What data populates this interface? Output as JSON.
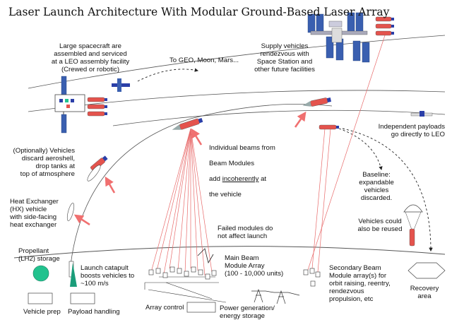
{
  "title": "Laser Launch Architecture With Modular Ground-Based Laser Array",
  "labels": {
    "large_spacecraft": "Large spacecraft are\nassembled and serviced\nat a LEO assembly facility\n(Crewed or robotic)",
    "to_geo": "To GEO, Moon, Mars...",
    "supply_vehicles": "Supply vehicles\nrendezvous with\nSpace Station and\nother future facilities",
    "independent_payloads": "Independent payloads\ngo directly to LEO",
    "individual_beams_line1": "Individual beams from",
    "individual_beams_line2": "Beam Modules",
    "individual_beams_add": "add ",
    "individual_beams_incoherently": "incoherently",
    "individual_beams_at": " at",
    "individual_beams_line4": "the vehicle",
    "optional_vehicles": "(Optionally) Vehicles\ndiscard aeroshell,\ndrop tanks at\ntop of atmosphere",
    "baseline": "Baseline:\nexpandable\nvehicles\ndiscarded.",
    "heat_exchanger": "Heat Exchanger\n(HX) vehicle\nwith side-facing\nheat exchanger",
    "vehicles_reused": "Vehicles could\nalso be reused",
    "failed_modules": "Failed modules do\nnot affect launch",
    "propellant": "Propellant\n(LH2) storage",
    "main_beam": "Main Beam\nModule Array\n(100 - 10,000 units)",
    "launch_catapult": "Launch catapult\nboosts vehicles to\n~100 m/s",
    "secondary_beam": "Secondary Beam\nModule array(s) for\norbit raising,  reentry,\nrendezvous\npropulsion, etc",
    "recovery_area": "Recovery\narea",
    "vehicle_prep": "Vehicle prep",
    "payload_handling": "Payload handling",
    "array_control": "Array control",
    "power_generation": "Power generation/\nenergy storage"
  },
  "colors": {
    "vehicle_body": "#e4534d",
    "vehicle_nose": "#2b3fa8",
    "beam": "#e86a6a",
    "arrow": "#f07070",
    "propellant_tank": "#22c28e",
    "catapult": "#1a9d7a",
    "orbit_line": "#555555",
    "solar_panel": "#3a5fb0"
  },
  "icons": {
    "pointer_arrow": "pointer-arrow-icon",
    "vehicle": "launch-vehicle-icon",
    "space_station": "space-station-icon",
    "satellite": "satellite-icon",
    "parachute": "parachute-icon",
    "power_tower": "power-tower-icon",
    "beam_module": "beam-module-icon"
  }
}
